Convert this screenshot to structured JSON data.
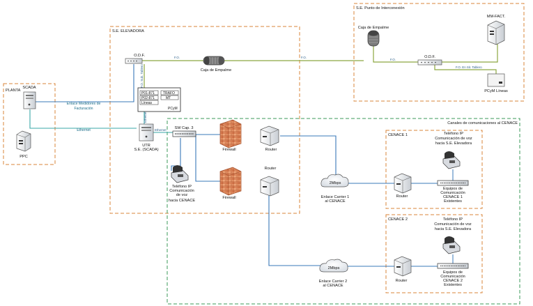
{
  "areas": {
    "planta": "PLANTA",
    "se_elevadora": "S.E. ELEVADORA",
    "se_punto": "S.E. Punto de Interconexión",
    "canales": "Canales de comunicaciones al CENACE",
    "cenace1": "CENACE 1",
    "cenace2": "CENACE 2"
  },
  "devices": {
    "scada": "SCADA",
    "ppc": "PPC",
    "odf1": "O.D.F.",
    "caja1": "Caja de Empalme",
    "caja2": "Caja de Empalme",
    "odf2": "O.D.F.",
    "mmfact": "MM-FACT.",
    "pcym_lineas": "PCyM Líneas",
    "pcym": "PCyM",
    "pcym_rows": [
      "P01-871",
      "P02-871",
      "Líneas"
    ],
    "pcym_right": [
      "TRAFO",
      "MT"
    ],
    "utr": [
      "UTR",
      "S.E. (SCADA)"
    ],
    "switch": "SW Cap. 3",
    "firewall1": "Firewall",
    "firewall2": "Firewall",
    "router1": "Router",
    "router2": "Router",
    "router_c1": "Router",
    "router_c2": "Router",
    "telefono_local": [
      "Teléfono IP",
      "Comunicación",
      "de voz",
      "hacia CENACE"
    ],
    "telefono_c1": [
      "Teléfono IP",
      "Comunicación de voz",
      "hacia S.E. Elevadora"
    ],
    "telefono_c2": [
      "Teléfono IP",
      "Comunicación de voz",
      "hacia S.E. Elevadora"
    ],
    "equipos_c1": [
      "Equipos de",
      "Comunicación",
      "CENACE 1",
      "Existentes"
    ],
    "equipos_c2": [
      "Equipos de",
      "Comunicación",
      "CENACE 2",
      "Existentes"
    ],
    "cloud1": "2Mbps",
    "cloud2": "2Mbps"
  },
  "links": {
    "enlace_medidores": [
      "Enlace Medidores de",
      "Facturación"
    ],
    "ethernet": "Ethernet",
    "fo1": "F.O.",
    "fo2": "F.O.",
    "fo3": "F.O.",
    "fo_subida": "F.O. Sub. Tablero",
    "fo_tablero": "F.O. En Sit. Tablero",
    "ethernet_v": "Ethernet",
    "ethernet_h": "Ethernet",
    "carrier1": [
      "Enlace Carrier 1",
      "al CENACE"
    ],
    "carrier2": [
      "Enlace Carrier 2",
      "al CENACE"
    ]
  },
  "colors": {
    "area_border": "#d9843a",
    "canales_border": "#3b9a58",
    "fiber": "#8ca640",
    "ethernet": "#3aa7a7",
    "blue_link": "#3a78b8",
    "firewall": "#e28a55"
  }
}
